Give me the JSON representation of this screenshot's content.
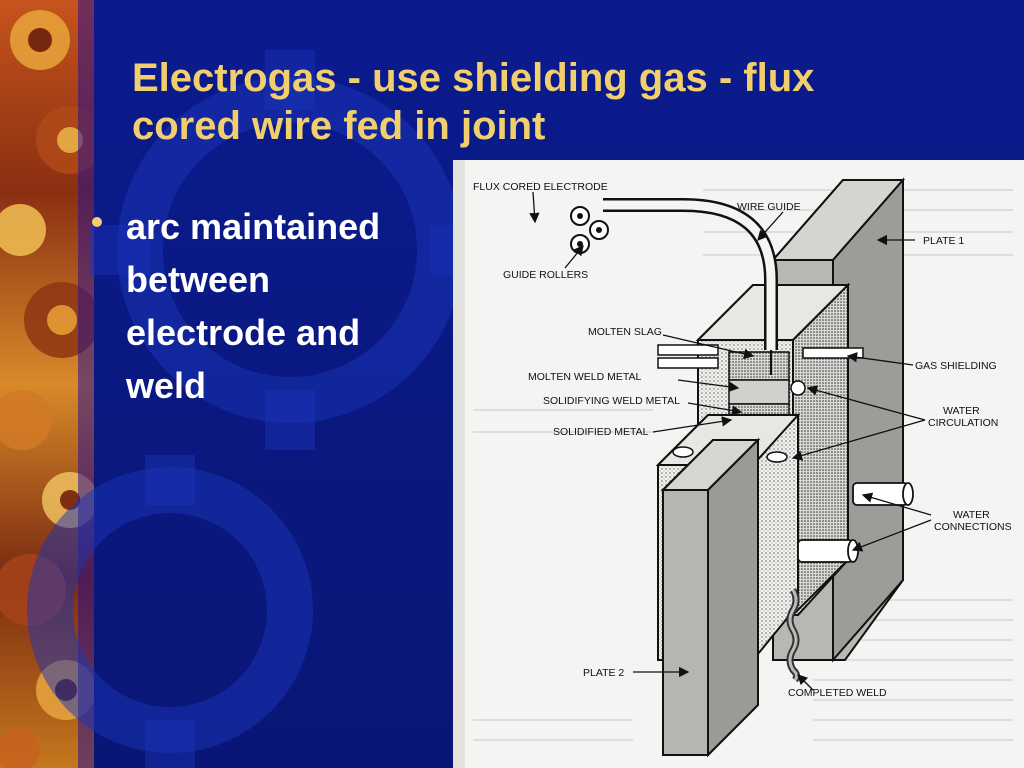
{
  "slide": {
    "title": "Electrogas - use shielding gas - flux cored wire fed in joint",
    "bullets": [
      "arc maintained between electrode and weld"
    ]
  },
  "diagram": {
    "labels": {
      "flux_cored_electrode": "FLUX CORED ELECTRODE",
      "wire_guide": "WIRE GUIDE",
      "plate_1": "PLATE 1",
      "guide_rollers": "GUIDE ROLLERS",
      "molten_slag": "MOLTEN SLAG",
      "gas_shielding": "GAS SHIELDING",
      "molten_weld_metal": "MOLTEN WELD METAL",
      "solidifying_weld_metal": "SOLIDIFYING WELD METAL",
      "water_circulation_1": "WATER",
      "water_circulation_2": "CIRCULATION",
      "solidified_metal": "SOLIDIFIED METAL",
      "water_connections_1": "WATER",
      "water_connections_2": "CONNECTIONS",
      "plate_2": "PLATE 2",
      "completed_weld": "COMPLETED WELD"
    }
  },
  "colors": {
    "background": "#0b1b8e",
    "title": "#f2cf6e",
    "bullet_text": "#ffffff",
    "bullet_dot": "#f2cf6e",
    "figure_background": "#f4f4f2"
  }
}
